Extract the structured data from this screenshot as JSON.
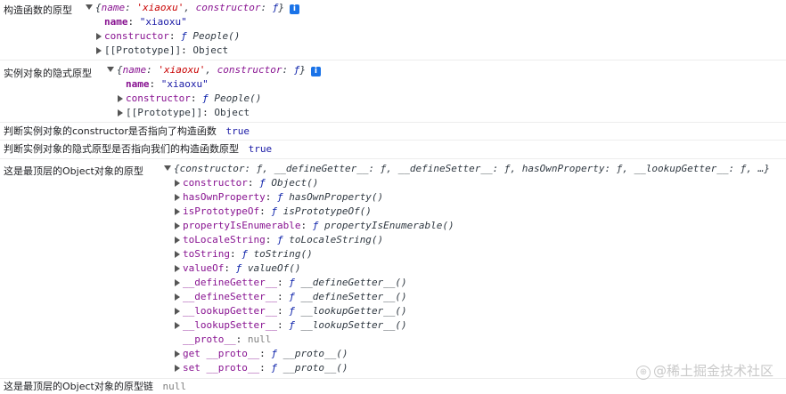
{
  "logs": [
    {
      "label": "构造函数的原型",
      "summary": {
        "open": "{",
        "k1": "name",
        "v1": "'xiaoxu'",
        "sep": ", ",
        "k2": "constructor",
        "v2": "ƒ",
        "close": "}"
      },
      "name_key": "name",
      "name_val": "\"xiaoxu\"",
      "constructor_key": "constructor",
      "constructor_val": "People()",
      "proto_key": "[[Prototype]]",
      "proto_val": "Object"
    },
    {
      "label": "实例对象的隐式原型",
      "summary": {
        "open": "{",
        "k1": "name",
        "v1": "'xiaoxu'",
        "sep": ", ",
        "k2": "constructor",
        "v2": "ƒ",
        "close": "}"
      },
      "name_key": "name",
      "name_val": "\"xiaoxu\"",
      "constructor_key": "constructor",
      "constructor_val": "People()",
      "proto_key": "[[Prototype]]",
      "proto_val": "Object"
    }
  ],
  "check1": {
    "label": "判断实例对象的constructor是否指向了构造函数",
    "value": "true"
  },
  "check2": {
    "label": "判断实例对象的隐式原型是否指向我们的构造函数原型",
    "value": "true"
  },
  "top_object": {
    "label": "这是最顶层的Object对象的原型",
    "summary": "{constructor: ƒ, __defineGetter__: ƒ, __defineSetter__: ƒ, hasOwnProperty: ƒ, __lookupGetter__: ƒ, …}",
    "props": [
      {
        "key": "constructor",
        "val": "Object()"
      },
      {
        "key": "hasOwnProperty",
        "val": "hasOwnProperty()"
      },
      {
        "key": "isPrototypeOf",
        "val": "isPrototypeOf()"
      },
      {
        "key": "propertyIsEnumerable",
        "val": "propertyIsEnumerable()"
      },
      {
        "key": "toLocaleString",
        "val": "toLocaleString()"
      },
      {
        "key": "toString",
        "val": "toString()"
      },
      {
        "key": "valueOf",
        "val": "valueOf()"
      },
      {
        "key": "__defineGetter__",
        "val": "__defineGetter__()"
      },
      {
        "key": "__defineSetter__",
        "val": "__defineSetter__()"
      },
      {
        "key": "__lookupGetter__",
        "val": "__lookupGetter__()"
      },
      {
        "key": "__lookupSetter__",
        "val": "__lookupSetter__()"
      }
    ],
    "proto_key": "__proto__",
    "proto_val": "null",
    "getter": {
      "prefix": "get",
      "key": "__proto__",
      "val": "__proto__()"
    },
    "setter": {
      "prefix": "set",
      "key": "__proto__",
      "val": "__proto__()"
    }
  },
  "chain": {
    "label": "这是最顶层的Object对象的原型链",
    "value": "null"
  },
  "fn_glyph": "ƒ",
  "info_glyph": "i",
  "watermark": {
    "icon": "⊕",
    "text": "@稀土掘金技术社区"
  }
}
